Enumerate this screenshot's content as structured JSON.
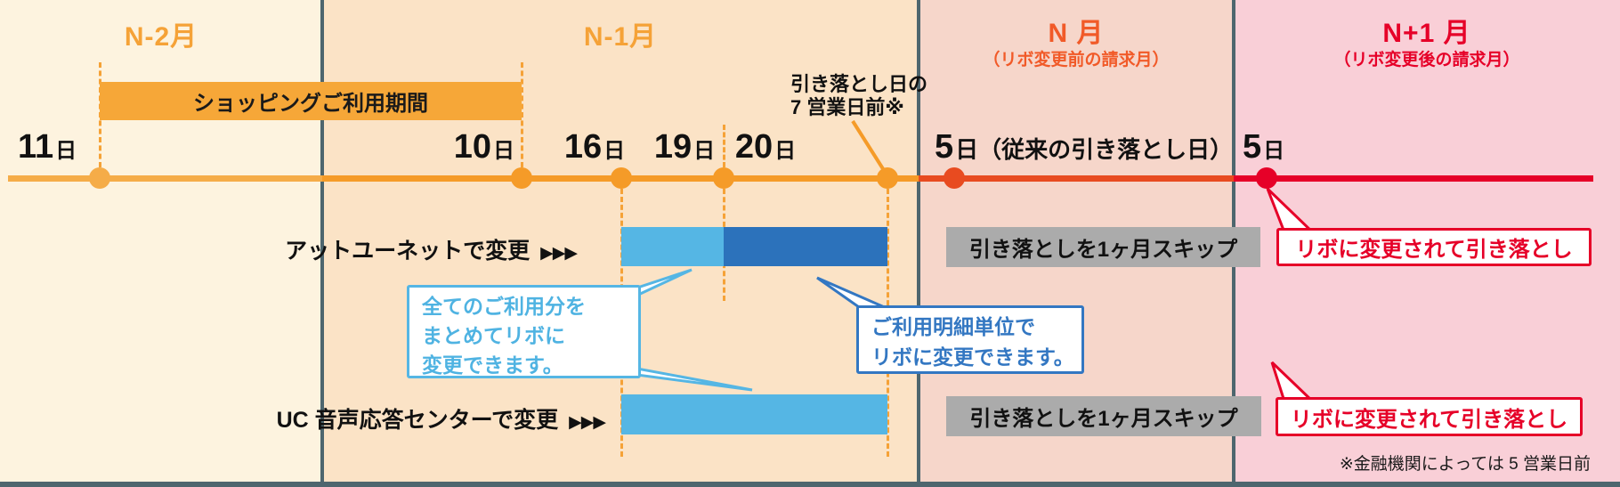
{
  "panels": [
    {
      "title": "N-2月"
    },
    {
      "title": "N-1月"
    },
    {
      "title": "N 月",
      "subtitle": "（リボ変更前の請求月）"
    },
    {
      "title": "N+1 月",
      "subtitle": "（リボ変更後の請求月）"
    }
  ],
  "shopping_bar": {
    "label": "ショッピングご利用期間"
  },
  "dates": [
    {
      "num": "11",
      "unit": "日"
    },
    {
      "num": "10",
      "unit": "日"
    },
    {
      "num": "16",
      "unit": "日"
    },
    {
      "num": "19",
      "unit": "日"
    },
    {
      "num": "20",
      "unit": "日"
    },
    {
      "num": "5",
      "unit": "日（従来の引き落とし日）"
    },
    {
      "num": "5",
      "unit": "日"
    }
  ],
  "withdrawal_note": {
    "line1": "引き落とし日の",
    "line2": "7 営業日前※"
  },
  "rows": {
    "atyounet": {
      "label": "アットユーネットで変更",
      "arrows": "▶▶▶",
      "skip": "引き落としを1ヶ月スキップ",
      "result": "リボに変更されて引き落とし"
    },
    "uc": {
      "label": "UC 音声応答センターで変更",
      "arrows": "▶▶▶",
      "skip": "引き落としを1ヶ月スキップ",
      "result": "リボに変更されて引き落とし"
    }
  },
  "bubbles": {
    "bulk": {
      "lines": [
        "全てのご利用分を",
        "まとめてリボに",
        "変更できます。"
      ]
    },
    "detail": {
      "lines": [
        "ご利用明細単位で",
        "リボに変更できます。"
      ]
    }
  },
  "footnote": "※金融機関によっては 5 営業日前",
  "colors": {
    "panel_n2": "#FDF3DF",
    "panel_n1": "#FBE3C6",
    "panel_n": "#F6D6CA",
    "panel_n_plus1": "#F9CFD7",
    "divider": "#4E666E",
    "orange_light": "#F5AC48",
    "orange": "#F59B28",
    "orange_red": "#E84B20",
    "red": "#E60028",
    "shopping_bar": "#F6A738",
    "bar_light_blue": "#55B6E4",
    "bar_dark_blue": "#2C72BB",
    "gray_box": "#ABABAB",
    "header_orange": "#F5A237",
    "header_orange_red": "#F15A28"
  }
}
